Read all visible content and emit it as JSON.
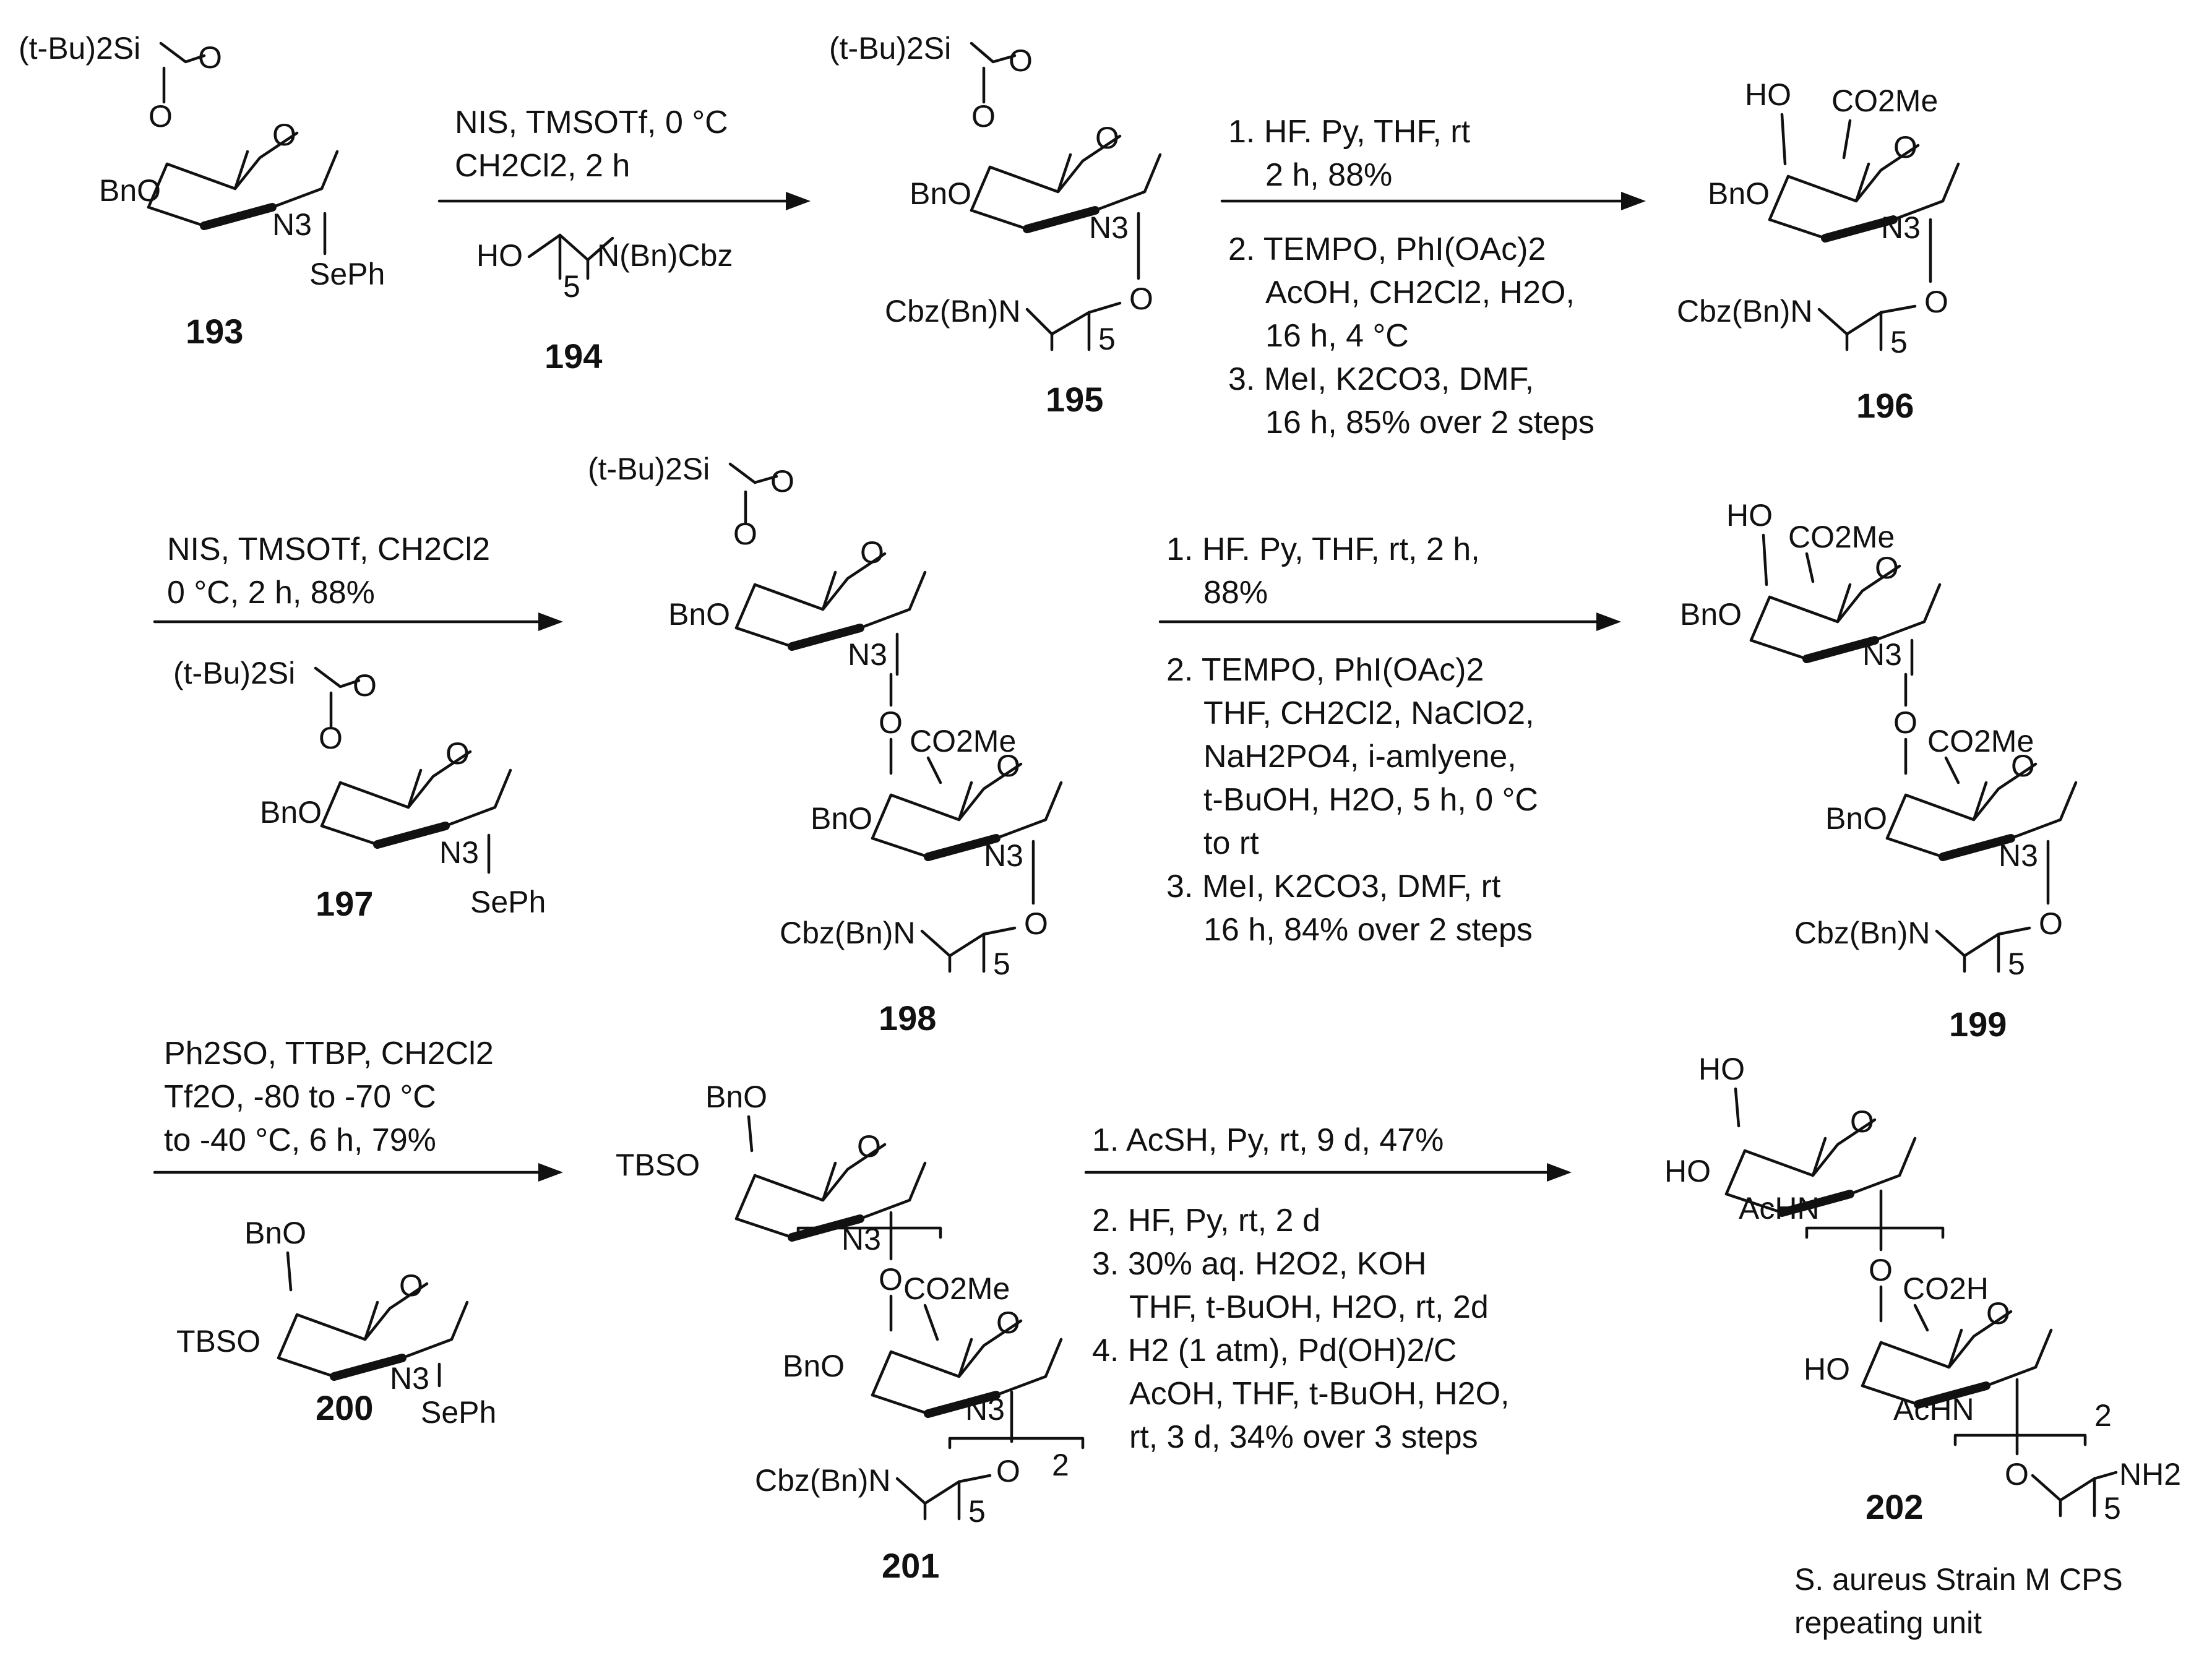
{
  "compounds": {
    "c193": "193",
    "c194": "194",
    "c195": "195",
    "c196": "196",
    "c197": "197",
    "c198": "198",
    "c199": "199",
    "c200": "200",
    "c201": "201",
    "c202": "202"
  },
  "substituents": {
    "tbu2si": "(t-Bu)2Si",
    "o": "O",
    "bno": "BnO",
    "n3": "N3",
    "seph": "SePh",
    "ho": "HO",
    "co2me": "CO2Me",
    "co2h": "CO2H",
    "cbzbnn": "Cbz(Bn)N",
    "tbso": "TBSO",
    "achn": "AcHN",
    "nh2": "NH2",
    "n_bn_cbz": "N(Bn)Cbz",
    "five": "5",
    "two": "2"
  },
  "steps": {
    "s1": {
      "above": [
        "NIS, TMSOTf, 0 °C",
        "CH2Cl2, 2 h"
      ]
    },
    "s2": {
      "above": [
        "1. HF. Py, THF, rt",
        "2 h, 88%"
      ],
      "below": [
        "2. TEMPO, PhI(OAc)2",
        "AcOH, CH2Cl2, H2O,",
        "16 h, 4 °C",
        "3. MeI, K2CO3, DMF,",
        "16 h, 85% over 2 steps"
      ]
    },
    "s3": {
      "above": [
        "NIS, TMSOTf, CH2Cl2",
        "0 °C, 2 h, 88%"
      ]
    },
    "s4": {
      "above": [
        "1. HF. Py, THF, rt,  2 h,",
        "88%"
      ],
      "below": [
        "2. TEMPO, PhI(OAc)2",
        "THF, CH2Cl2, NaClO2,",
        "NaH2PO4, i-amlyene,",
        "t-BuOH, H2O, 5 h, 0 °C",
        "to rt",
        "3. MeI, K2CO3, DMF, rt",
        "16 h, 84% over 2 steps"
      ]
    },
    "s5": {
      "above": [
        "Ph2SO, TTBP, CH2Cl2",
        "Tf2O, -80 to -70 °C",
        "to -40 °C, 6 h, 79%"
      ]
    },
    "s6": {
      "above": [
        "1. AcSH, Py, rt, 9 d, 47%"
      ],
      "below": [
        "2. HF, Py, rt, 2 d",
        "3. 30% aq. H2O2, KOH",
        "THF, t-BuOH, H2O, rt, 2d",
        "4. H2 (1 atm), Pd(OH)2/C",
        "AcOH, THF, t-BuOH, H2O,",
        "rt, 3 d, 34% over 3 steps"
      ]
    }
  },
  "caption": [
    "S. aureus Strain M CPS",
    "repeating unit"
  ]
}
